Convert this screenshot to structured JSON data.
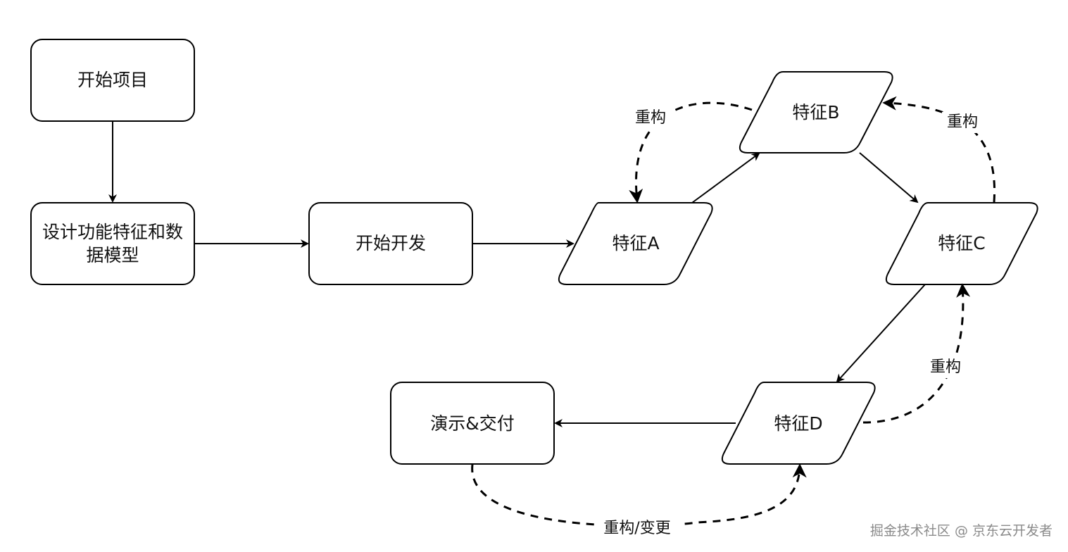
{
  "nodes": {
    "start_project": "开始项目",
    "design_line1": "设计功能特征和数",
    "design_line2": "据模型",
    "start_dev": "开始开发",
    "feature_a": "特征A",
    "feature_b": "特征B",
    "feature_c": "特征C",
    "feature_d": "特征D",
    "demo_delivery": "演示&交付"
  },
  "edge_labels": {
    "refactor_ab": "重构",
    "refactor_bc": "重构",
    "refactor_cd": "重构",
    "refactor_change": "重构/变更"
  },
  "watermark": "掘金技术社区 @ 京东云开发者",
  "colors": {
    "stroke": "#000000",
    "text": "#111111",
    "watermark": "#8a8a8a",
    "background": "#ffffff"
  }
}
